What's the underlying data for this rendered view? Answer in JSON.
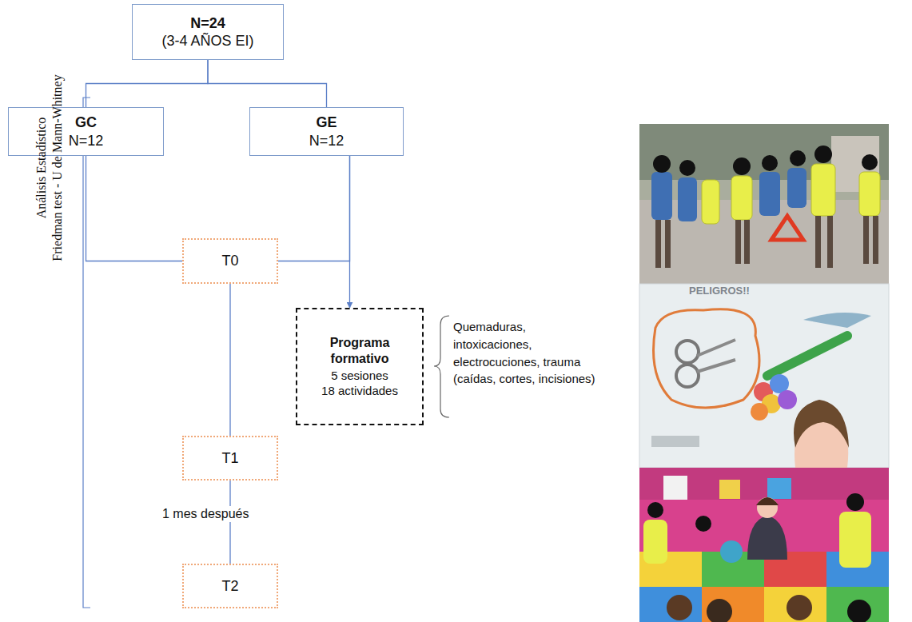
{
  "diagram": {
    "nodes": [
      {
        "text": [
          "N=24",
          "(3-4 AÑOS EI)"
        ]
      },
      {
        "text": [
          "GC",
          "N=12"
        ]
      },
      {
        "text": [
          "GE",
          "N=12"
        ]
      },
      {
        "text": [
          "T0"
        ]
      },
      {
        "text": [
          "Programa formativo",
          "5 sesiones",
          "18 actividades"
        ]
      },
      {
        "text": [
          "T1"
        ]
      },
      {
        "text": [
          "T2"
        ]
      }
    ],
    "edges": [
      {
        "from": 0,
        "to": 1,
        "arrow": "none"
      },
      {
        "from": 0,
        "to": 2,
        "arrow": "none"
      },
      {
        "from": 1,
        "to": 3,
        "arrow": "none"
      },
      {
        "from": 2,
        "to": 3,
        "arrow": "none"
      },
      {
        "from": 2,
        "to": 4,
        "arrow": "to"
      },
      {
        "from": 3,
        "to": 5,
        "arrow": "none"
      },
      {
        "from": 5,
        "to": 6,
        "arrow": "none",
        "label": "1 mes después"
      }
    ],
    "labels": [
      "Análisis Estadístico",
      "Friedman test - U de Mann-Whitney",
      "Quemaduras, intoxicaciones, electrocuciones, trauma (caídas, cortes, incisiones)",
      "PELIGROS!!"
    ]
  }
}
